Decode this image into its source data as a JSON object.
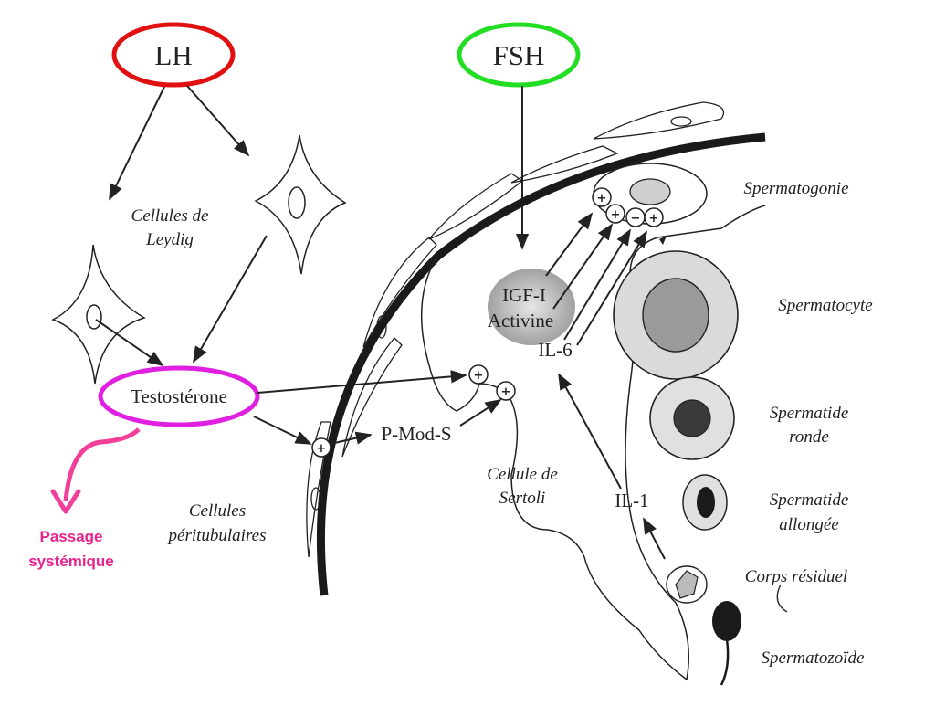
{
  "hormones": {
    "lh": "LH",
    "fsh": "FSH"
  },
  "molecules": {
    "testosterone": "Testostérone",
    "pmods": "P-Mod-S",
    "igf1": "IGF-I",
    "activine": "Activine",
    "il6": "IL-6",
    "il1": "IL-1",
    "plus": "+",
    "minus": "−"
  },
  "cells": {
    "leydig_line1": "Cellules de",
    "leydig_line2": "Leydig",
    "peritubular_line1": "Cellules",
    "peritubular_line2": "péritubulaires",
    "sertoli_line1": "Cellule de",
    "sertoli_line2": "Sertoli",
    "spermatogonie": "Spermatogonie",
    "spermatocyte": "Spermatocyte",
    "spermatide_ronde_line1": "Spermatide",
    "spermatide_ronde_line2": "ronde",
    "spermatide_allongee_line1": "Spermatide",
    "spermatide_allongee_line2": "allongée",
    "corps_residuel": "Corps résiduel",
    "spermatozoide": "Spermatozoïde"
  },
  "systemic": {
    "line1": "Passage",
    "line2": "systémique"
  },
  "colors": {
    "lh_ring": "#e01010",
    "fsh_ring": "#22dd22",
    "testosterone_ring": "#e020e0",
    "systemic_arrow": "#f0409a"
  }
}
